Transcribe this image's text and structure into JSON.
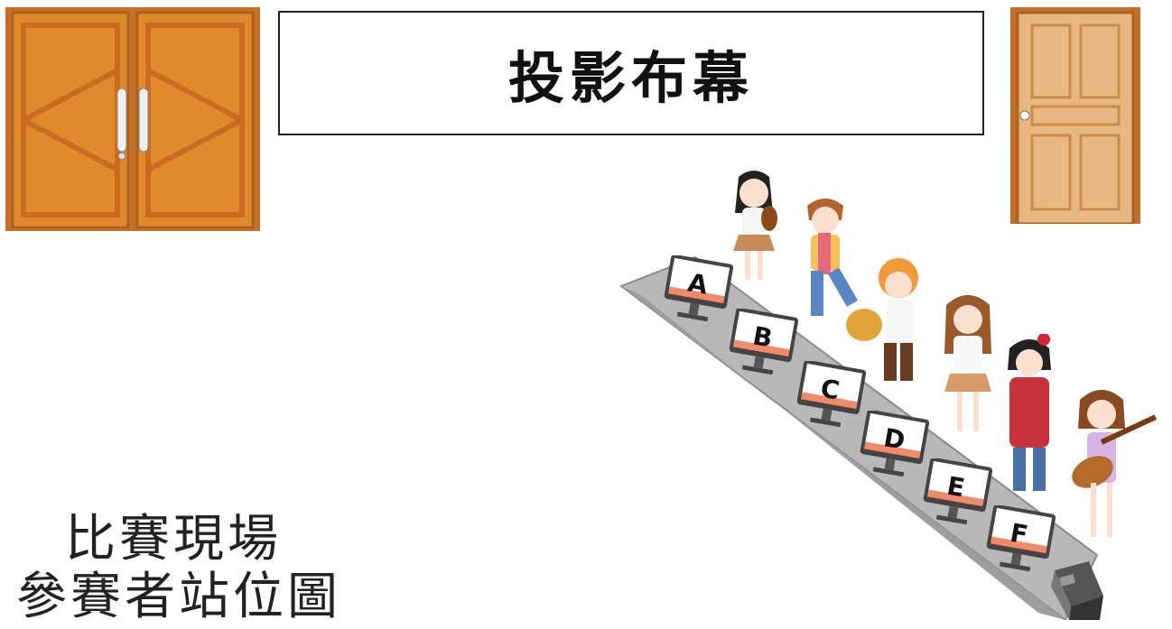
{
  "screen": {
    "title": "投影布幕"
  },
  "caption": {
    "line1": "比賽現場",
    "line2": "參賽者站位圖"
  },
  "stations": [
    {
      "label": "A"
    },
    {
      "label": "B"
    },
    {
      "label": "C"
    },
    {
      "label": "D"
    },
    {
      "label": "E"
    },
    {
      "label": "F"
    }
  ],
  "colors": {
    "door_wood": "#e08a2e",
    "door_frame": "#c4702a",
    "single_door": "#e8b882",
    "platform": "#b8b8b8",
    "monitor_screen": "#f08a6a"
  },
  "icons": [
    "double-door-icon",
    "single-door-icon",
    "monitor-icon",
    "performer-icon",
    "podium-icon"
  ]
}
